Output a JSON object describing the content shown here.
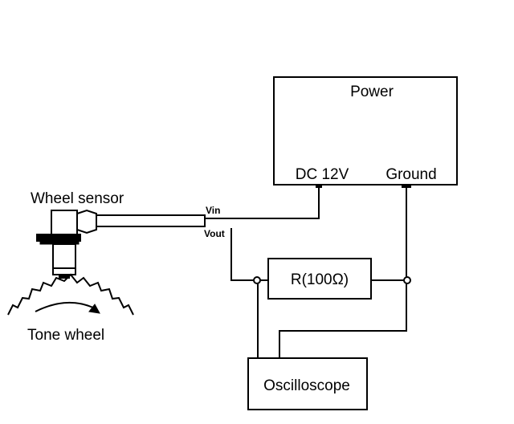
{
  "power": {
    "title": "Power",
    "dc_label": "DC 12V",
    "ground_label": "Ground"
  },
  "sensor": {
    "title": "Wheel sensor",
    "vin_label": "Vin",
    "vout_label": "Vout"
  },
  "tone_wheel": {
    "label": "Tone wheel"
  },
  "resistor": {
    "label": "R(100Ω)"
  },
  "oscilloscope": {
    "label": "Oscilloscope"
  },
  "colors": {
    "line": "#000000",
    "background": "#ffffff"
  }
}
